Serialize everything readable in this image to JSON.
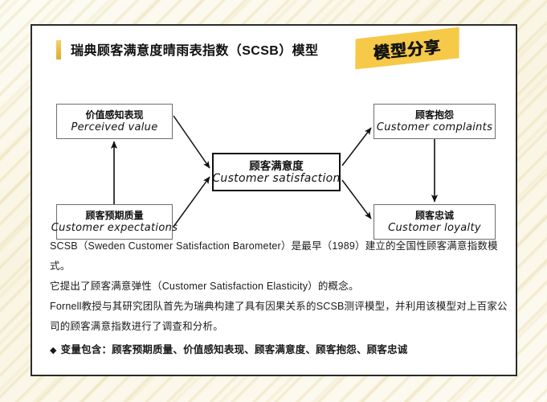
{
  "header": {
    "title": "瑞典顾客满意度晴雨表指数（SCSB）模型",
    "badge": "模型分享",
    "accent_color": "#f7c948",
    "title_bar_color": "#e8be46"
  },
  "diagram": {
    "nodes": [
      {
        "id": "perceived-value",
        "cn": "价值感知表现",
        "en": "Perceived value"
      },
      {
        "id": "customer-expectations",
        "cn": "顾客预期质量",
        "en": "Customer expectations"
      },
      {
        "id": "customer-satisfaction",
        "cn": "顾客满意度",
        "en": "Customer satisfaction"
      },
      {
        "id": "customer-complaints",
        "cn": "顾客抱怨",
        "en": "Customer complaints"
      },
      {
        "id": "customer-loyalty",
        "cn": "顾客忠诚",
        "en": "Customer loyalty"
      }
    ],
    "edges": [
      {
        "from": "customer-expectations",
        "to": "perceived-value"
      },
      {
        "from": "perceived-value",
        "to": "customer-satisfaction"
      },
      {
        "from": "customer-expectations",
        "to": "customer-satisfaction"
      },
      {
        "from": "customer-satisfaction",
        "to": "customer-complaints"
      },
      {
        "from": "customer-satisfaction",
        "to": "customer-loyalty"
      },
      {
        "from": "customer-complaints",
        "to": "customer-loyalty"
      }
    ]
  },
  "body": {
    "paragraphs": [
      "SCSB（Sweden Customer Satisfaction Barometer）是最早（1989）建立的全国性顾客满意指数模式。",
      "它提出了顾客满意弹性（Customer Satisfaction Elasticity）的概念。",
      "Fornell教授与其研究团队首先为瑞典构建了具有因果关系的SCSB测评模型，并利用该模型对上百家公司的顾客满意指数进行了调查和分析。"
    ],
    "bullet_mark": "◆",
    "bullet": "变量包含：顾客预期质量、价值感知表现、顾客满意度、顾客抱怨、顾客忠诚"
  }
}
